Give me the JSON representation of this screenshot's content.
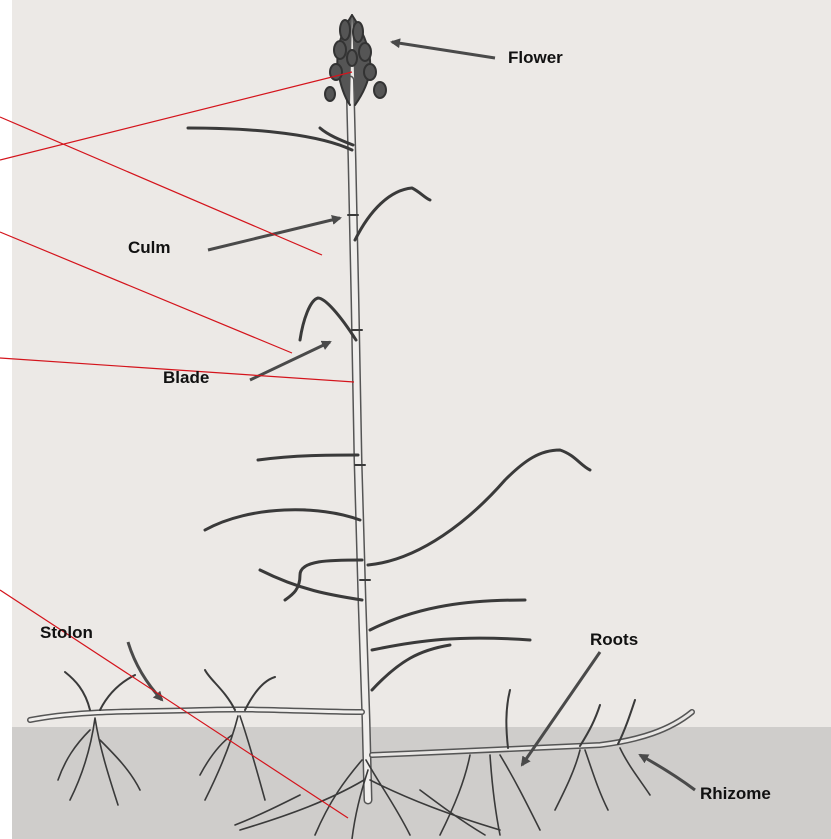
{
  "labels": {
    "flower": "Flower",
    "culm": "Culm",
    "blade": "Blade",
    "stolon": "Stolon",
    "roots": "Roots",
    "rhizome": "Rhizome"
  },
  "colors": {
    "paper": "#ece9e6",
    "soil": "#cfcdcb",
    "sketch": "#3a3a3a",
    "arrow": "#4a4a4a",
    "leader_line": "#d4141c"
  }
}
